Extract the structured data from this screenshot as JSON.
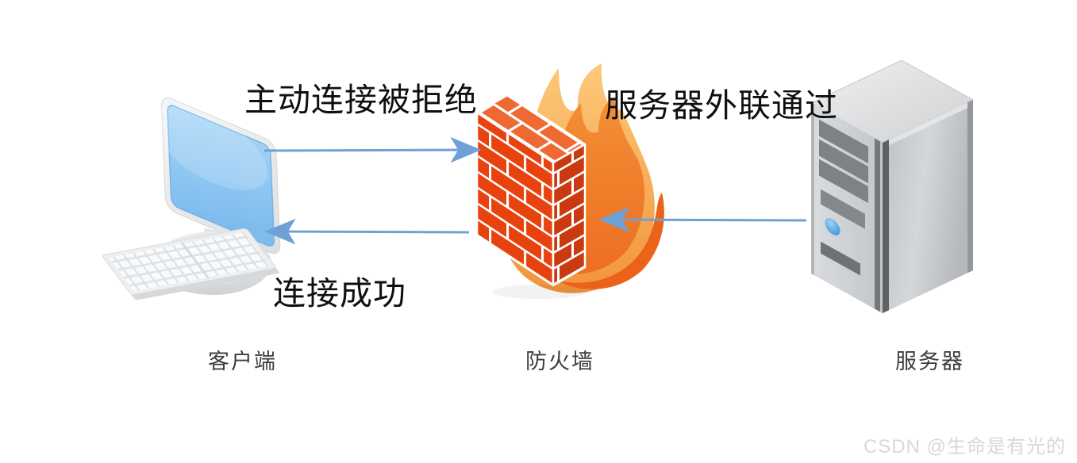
{
  "diagram": {
    "annotations": {
      "client_to_firewall": "主动连接被拒绝",
      "server_outbound": "服务器外联通过",
      "connection_success": "连接成功"
    },
    "nodes": {
      "client": {
        "label": "客户端"
      },
      "firewall": {
        "label": "防火墙"
      },
      "server": {
        "label": "服务器"
      }
    },
    "edges": [
      {
        "from": "client",
        "to": "firewall",
        "direction": "right",
        "label": "主动连接被拒绝"
      },
      {
        "from": "firewall",
        "to": "client",
        "direction": "left",
        "label": "连接成功"
      },
      {
        "from": "server",
        "to": "firewall",
        "direction": "left",
        "label": "服务器外联通过"
      }
    ],
    "colors": {
      "arrow": "#6fa0d6",
      "brick_front": "#e8430f",
      "brick_side": "#c93a10",
      "brick_top": "#ef6a33",
      "mortar": "#ffffff",
      "flame_outer_top": "#fcc979",
      "flame_outer_bottom": "#f2933a",
      "flame_inner_top": "#f39038",
      "flame_inner_bottom": "#ed6c1f",
      "flame_swoosh": "#eb6318",
      "screen_blue_top": "#a9d7f8",
      "screen_blue_bottom": "#7fbcee",
      "annotation_text": "#0f0f0f",
      "caption_text": "#3d3d3d",
      "watermark_text": "#d8d8d8"
    }
  },
  "watermark": {
    "text": "CSDN @生命是有光的"
  }
}
